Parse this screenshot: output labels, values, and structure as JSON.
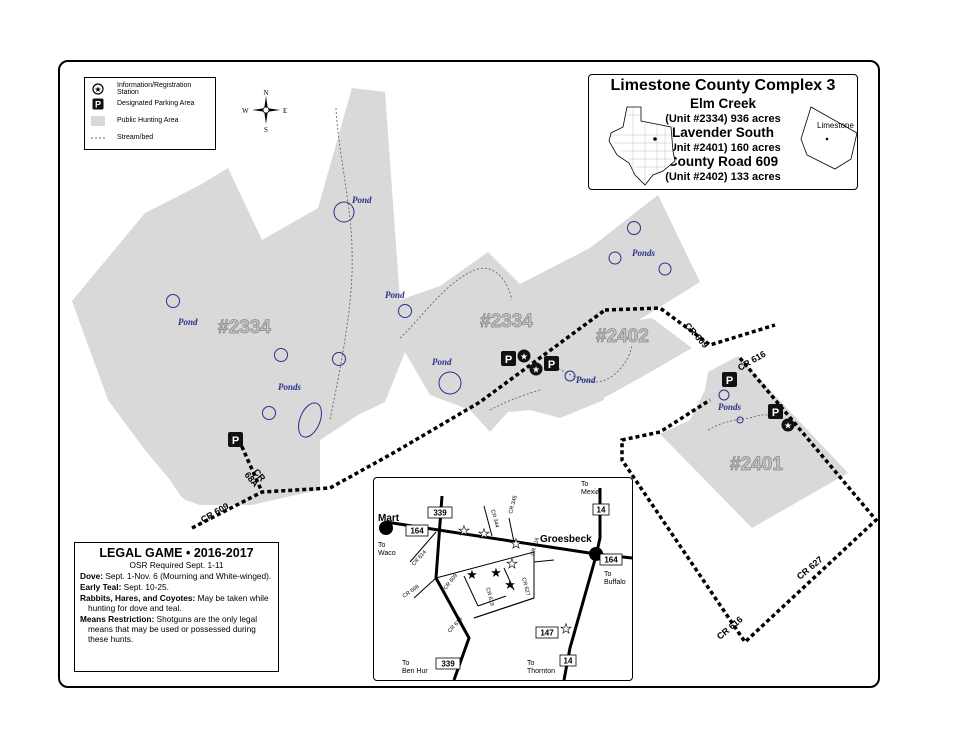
{
  "title": {
    "complex": "Limestone County Complex 3",
    "unit1_name": "Elm Creek",
    "unit1_info": "(Unit #2334) 936 acres",
    "unit2_name": "Lavender South",
    "unit2_info": "(Unit #2401) 160 acres",
    "unit3_name": "County Road 609",
    "unit3_info": "(Unit #2402) 133 acres",
    "county_label": "Limestone"
  },
  "legend": {
    "info_station": "Information/Registration Station",
    "parking": "Designated Parking Area",
    "parking_symbol": "P",
    "public_area": "Public Hunting Area",
    "stream": "Stream/bed"
  },
  "compass": {
    "n": "N",
    "s": "S",
    "e": "E",
    "w": "W"
  },
  "units": {
    "u2334a": "#2334",
    "u2334b": "#2334",
    "u2402": "#2402",
    "u2401": "#2401"
  },
  "ponds": {
    "p1": "Pond",
    "p2": "Pond",
    "p3": "Pond",
    "p4": "Ponds",
    "p5": "Ponds",
    "p6": "Pond",
    "p7": "Pond",
    "p8": "Ponds"
  },
  "roads": {
    "cr609_a": "CR 609",
    "cr609_b": "CR 609",
    "cr68a_1": "CR",
    "cr68a_2": "68A",
    "cr616_a": "CR 616",
    "cr627": "CR 627",
    "cr616_b": "CR 616"
  },
  "legal": {
    "header": "LEGAL GAME • 2016-2017",
    "osr": "OSR Required Sept. 1-11",
    "dove_label": "Dove:",
    "dove_text": " Sept. 1-Nov. 6 (Mourning and White-winged).",
    "teal_label": "Early Teal:",
    "teal_text": " Sept. 10-25.",
    "rabbits_label": "Rabbits, Hares, and Coyotes:",
    "rabbits_text": " May be taken while hunting for dove and teal.",
    "means_label": "Means Restriction:",
    "means_text": " Shotguns are the only legal means that may be used or possessed during these hunts."
  },
  "inset": {
    "mart": "Mart",
    "groesbeck": "Groesbeck",
    "to_mexia_1": "To",
    "to_mexia_2": "Mexia",
    "to_waco_1": "To",
    "to_waco_2": "Waco",
    "to_buffalo_1": "To",
    "to_buffalo_2": "Buffalo",
    "to_benhur_1": "To",
    "to_benhur_2": "Ben Hur",
    "to_thornton_1": "To",
    "to_thornton_2": "Thornton",
    "hwy339_top": "339",
    "hwy164_left": "164",
    "hwy164_right": "164",
    "hwy14_top": "14",
    "hwy14_bottom": "14",
    "hwy147": "147",
    "hwy339_bottom": "339",
    "cr614": "CR 614",
    "cr344": "CR 344",
    "cr345": "CR 345",
    "cr616_a": "CR 616",
    "cr608": "CR 608",
    "cr609": "CR 609",
    "cr619": "CR 619",
    "cr627": "CR 627",
    "cr616_b": "CR 616"
  }
}
